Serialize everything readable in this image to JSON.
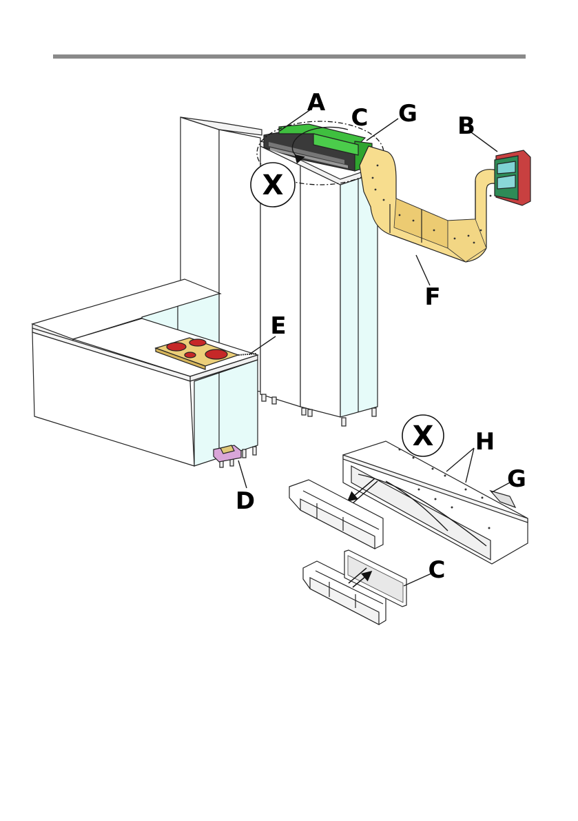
{
  "header_rule_color": "#8a8a8a",
  "colors": {
    "duct": "#f7dd8e",
    "filter_green": "#3fbf3f",
    "wall_grille_red": "#c84040",
    "glass_tint": "#e6fbf9",
    "hob_board": "#eccf7a",
    "hob_zone": "#c62828",
    "hood_unit": "#3a3a3a",
    "plinth_box": "#d9a6d9"
  },
  "labels": {
    "A": "A",
    "B": "B",
    "C_top": "C",
    "G_top": "G",
    "E": "E",
    "F": "F",
    "D": "D",
    "H": "H",
    "G_detail": "G",
    "C_detail": "C"
  },
  "detail_markers": {
    "main": "X",
    "detail": "X"
  }
}
